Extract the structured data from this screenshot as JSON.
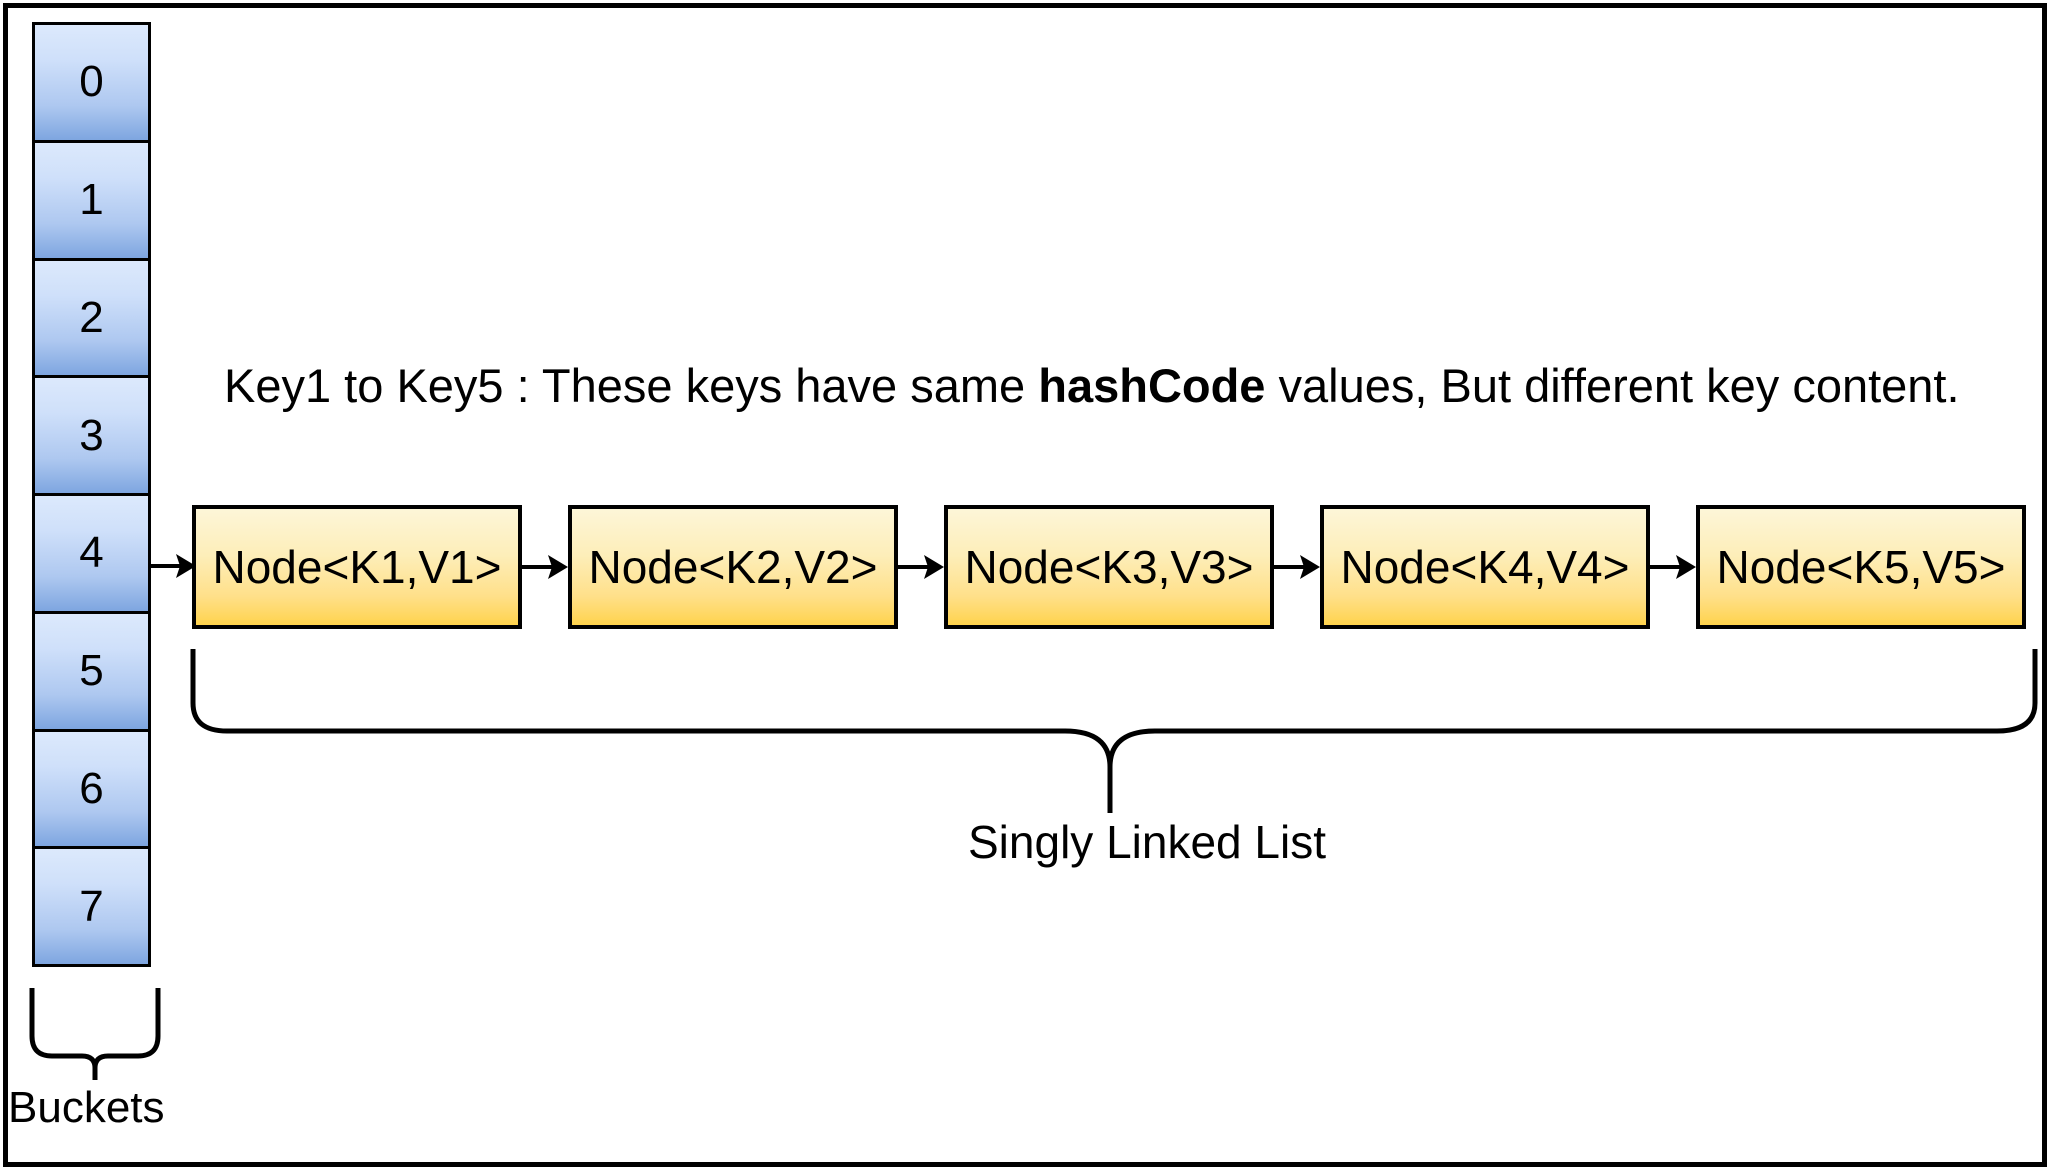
{
  "diagram": {
    "title_text": "Key1 to Key5 : These keys have same hashCode values, But different key content.",
    "headline": {
      "part1": "Key1 to Key5 : These keys have same ",
      "emphasis": "hashCode",
      "part2": " values, But different key content."
    },
    "buckets": {
      "label": "Buckets",
      "cells": [
        {
          "index": "0"
        },
        {
          "index": "1"
        },
        {
          "index": "2"
        },
        {
          "index": "3"
        },
        {
          "index": "4"
        },
        {
          "index": "5"
        },
        {
          "index": "6"
        },
        {
          "index": "7"
        }
      ]
    },
    "linked_list": {
      "label": "Singly Linked List",
      "nodes": [
        {
          "label": "Node<K1,V1>"
        },
        {
          "label": "Node<K2,V2>"
        },
        {
          "label": "Node<K3,V3>"
        },
        {
          "label": "Node<K4,V4>"
        },
        {
          "label": "Node<K5,V5>"
        }
      ],
      "attached_to_bucket": "4"
    },
    "colors": {
      "bucket_fill_top": "#dce9fc",
      "bucket_fill_bottom": "#7ea6e0",
      "node_fill_top": "#fdf6d8",
      "node_fill_bottom": "#ffd34d",
      "stroke": "#000000",
      "background": "#ffffff"
    }
  }
}
